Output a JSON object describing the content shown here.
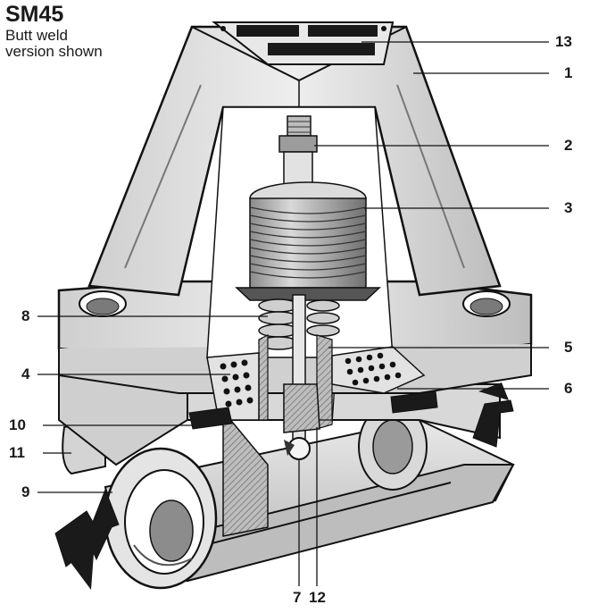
{
  "diagram": {
    "title": "SM45",
    "subtitle_lines": [
      "Butt weld",
      "version shown"
    ],
    "callouts": {
      "c13": "13",
      "c1": "1",
      "c2": "2",
      "c3": "3",
      "c8": "8",
      "c5": "5",
      "c4": "4",
      "c6": "6",
      "c10": "10",
      "c11": "11",
      "c9": "9",
      "c7": "7",
      "c12": "12"
    }
  }
}
